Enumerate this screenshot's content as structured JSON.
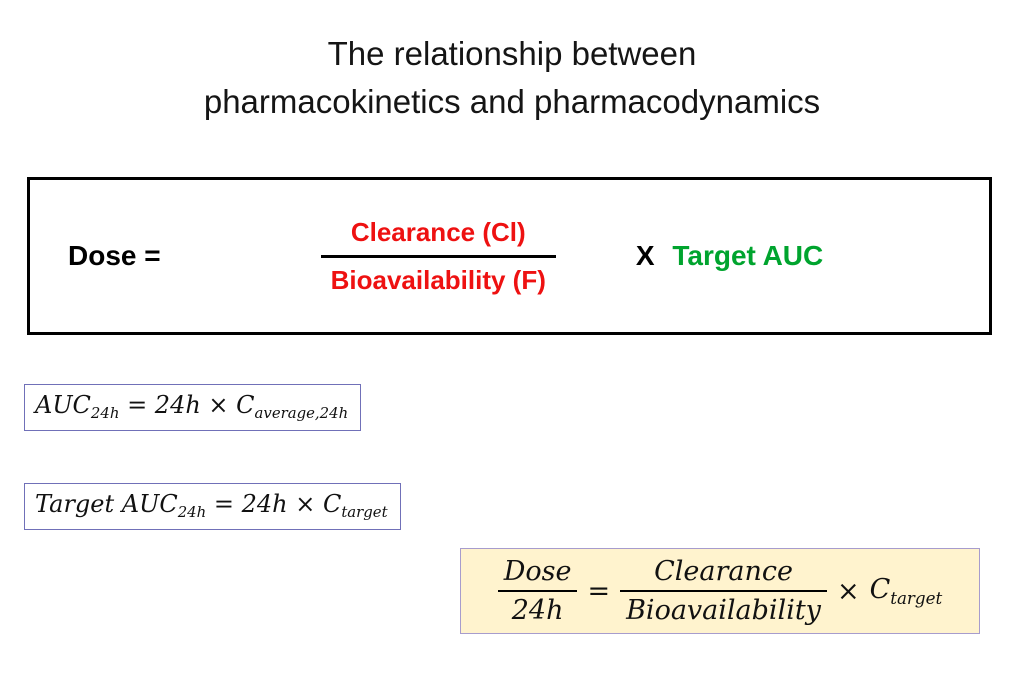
{
  "title": {
    "line1": "The relationship between",
    "line2": "pharmacokinetics and pharmacodynamics"
  },
  "main_formula": {
    "lhs": "Dose =",
    "numerator": "Clearance (Cl)",
    "denominator": "Bioavailability (F)",
    "times": "X",
    "rhs": "Target AUC"
  },
  "equation_auc": {
    "term1": "AUC",
    "sub1": "24h",
    "mid": " = 24h × ",
    "term2": "C",
    "sub2": "average,24h"
  },
  "equation_target_auc": {
    "term1": "Target AUC",
    "sub1": "24h",
    "mid": " = 24h × ",
    "term2": "C",
    "sub2": "target"
  },
  "equation_dose_rate": {
    "num1": "Dose",
    "den1": "24h",
    "equals": "=",
    "num2": "Clearance",
    "den2": "Bioavailability",
    "times": "×",
    "term": "C",
    "sub": "target"
  },
  "colors": {
    "formula_red": "#ee1111",
    "target_green": "#00a42e",
    "eq_border_blue": "#7070b8",
    "yellow_box_bg": "#fff3ce",
    "yellow_box_border": "#a79ccd",
    "text_black": "#151515"
  }
}
